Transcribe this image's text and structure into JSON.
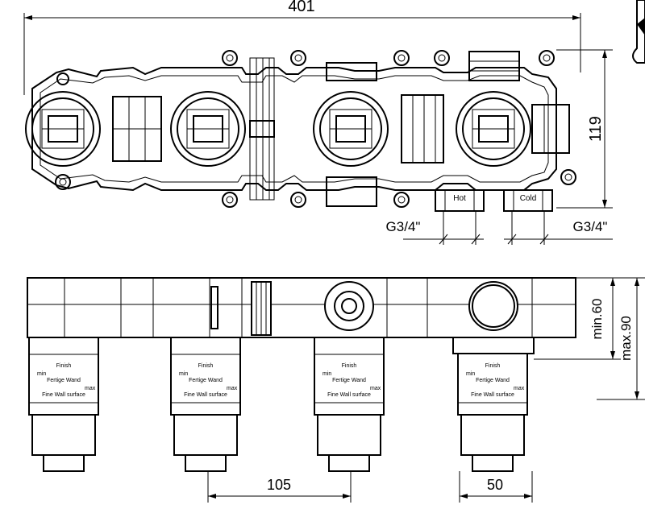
{
  "top_view": {
    "dim_width": "401",
    "dim_height": "119",
    "label_hot": "Hot",
    "label_cold": "Cold",
    "thread_left": "G3/4\"",
    "thread_right": "G3/4\""
  },
  "front_view": {
    "dim_spacing": "105",
    "dim_spacing_right": "50",
    "dim_min": "min.60",
    "dim_max": "max.90",
    "cartridge_label": {
      "finish": "Finish",
      "min": "min",
      "wall": "Fertige Wand",
      "max": "max",
      "surface": "Fine Wall surface"
    }
  },
  "corner_icon": "diamond-icon"
}
